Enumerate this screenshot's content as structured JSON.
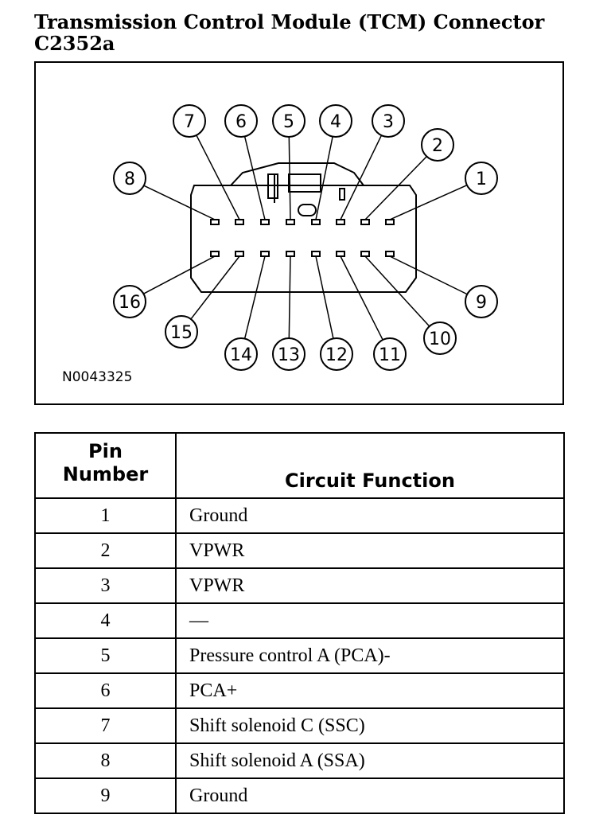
{
  "title": {
    "line1": "Transmission Control Module (TCM) Connector",
    "line2": "C2352a"
  },
  "figure": {
    "code": "N0043325",
    "pin_labels": [
      "1",
      "2",
      "3",
      "4",
      "5",
      "6",
      "7",
      "8",
      "9",
      "10",
      "11",
      "12",
      "13",
      "14",
      "15",
      "16"
    ]
  },
  "table": {
    "headers": {
      "pin_line1": "Pin",
      "pin_line2": "Number",
      "function": "Circuit Function"
    },
    "rows": [
      {
        "pin": "1",
        "function": "Ground"
      },
      {
        "pin": "2",
        "function": "VPWR"
      },
      {
        "pin": "3",
        "function": "VPWR"
      },
      {
        "pin": "4",
        "function": "—"
      },
      {
        "pin": "5",
        "function": "Pressure control A (PCA)-"
      },
      {
        "pin": "6",
        "function": "PCA+"
      },
      {
        "pin": "7",
        "function": "Shift solenoid C (SSC)"
      },
      {
        "pin": "8",
        "function": "Shift solenoid A (SSA)"
      },
      {
        "pin": "9",
        "function": "Ground"
      }
    ]
  }
}
